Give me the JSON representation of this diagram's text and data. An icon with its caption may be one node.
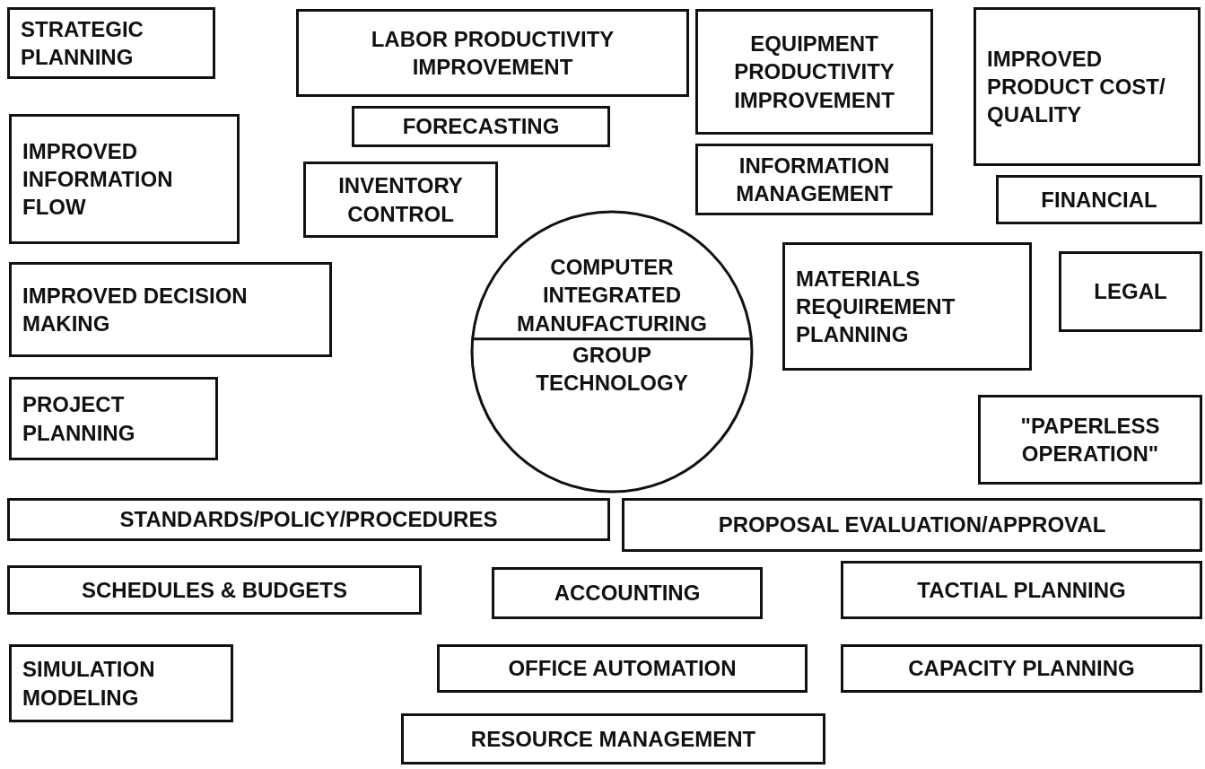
{
  "diagram": {
    "nodes": [
      {
        "text": [
          "STRATEGIC PLANNING"
        ]
      },
      {
        "text": [
          "LABOR PRODUCTIVITY IMPROVEMENT"
        ]
      },
      {
        "text": [
          "EQUIPMENT PRODUCTIVITY IMPROVEMENT"
        ]
      },
      {
        "text": [
          "IMPROVED PRODUCT COST/ QUALITY"
        ]
      },
      {
        "text": [
          "FORECASTING"
        ]
      },
      {
        "text": [
          "IMPROVED INFORMATION FLOW"
        ]
      },
      {
        "text": [
          "INVENTORY CONTROL"
        ]
      },
      {
        "text": [
          "INFORMATION MANAGEMENT"
        ]
      },
      {
        "text": [
          "FINANCIAL"
        ]
      },
      {
        "text": [
          "COMPUTER INTEGRATED MANUFACTURING",
          "GROUP TECHNOLOGY"
        ]
      },
      {
        "text": [
          "IMPROVED DECISION MAKING"
        ]
      },
      {
        "text": [
          "MATERIALS REQUIREMENT PLANNING"
        ]
      },
      {
        "text": [
          "LEGAL"
        ]
      },
      {
        "text": [
          "PROJECT PLANNING"
        ]
      },
      {
        "text": [
          "\"PAPERLESS OPERATION\""
        ]
      },
      {
        "text": [
          "STANDARDS/POLICY/PROCEDURES"
        ]
      },
      {
        "text": [
          "PROPOSAL EVALUATION/APPROVAL"
        ]
      },
      {
        "text": [
          "SCHEDULES & BUDGETS"
        ]
      },
      {
        "text": [
          "ACCOUNTING"
        ]
      },
      {
        "text": [
          "TACTIAL PLANNING"
        ]
      },
      {
        "text": [
          "SIMULATION MODELING"
        ]
      },
      {
        "text": [
          "OFFICE AUTOMATION"
        ]
      },
      {
        "text": [
          "CAPACITY PLANNING"
        ]
      },
      {
        "text": [
          "RESOURCE MANAGEMENT"
        ]
      }
    ]
  }
}
